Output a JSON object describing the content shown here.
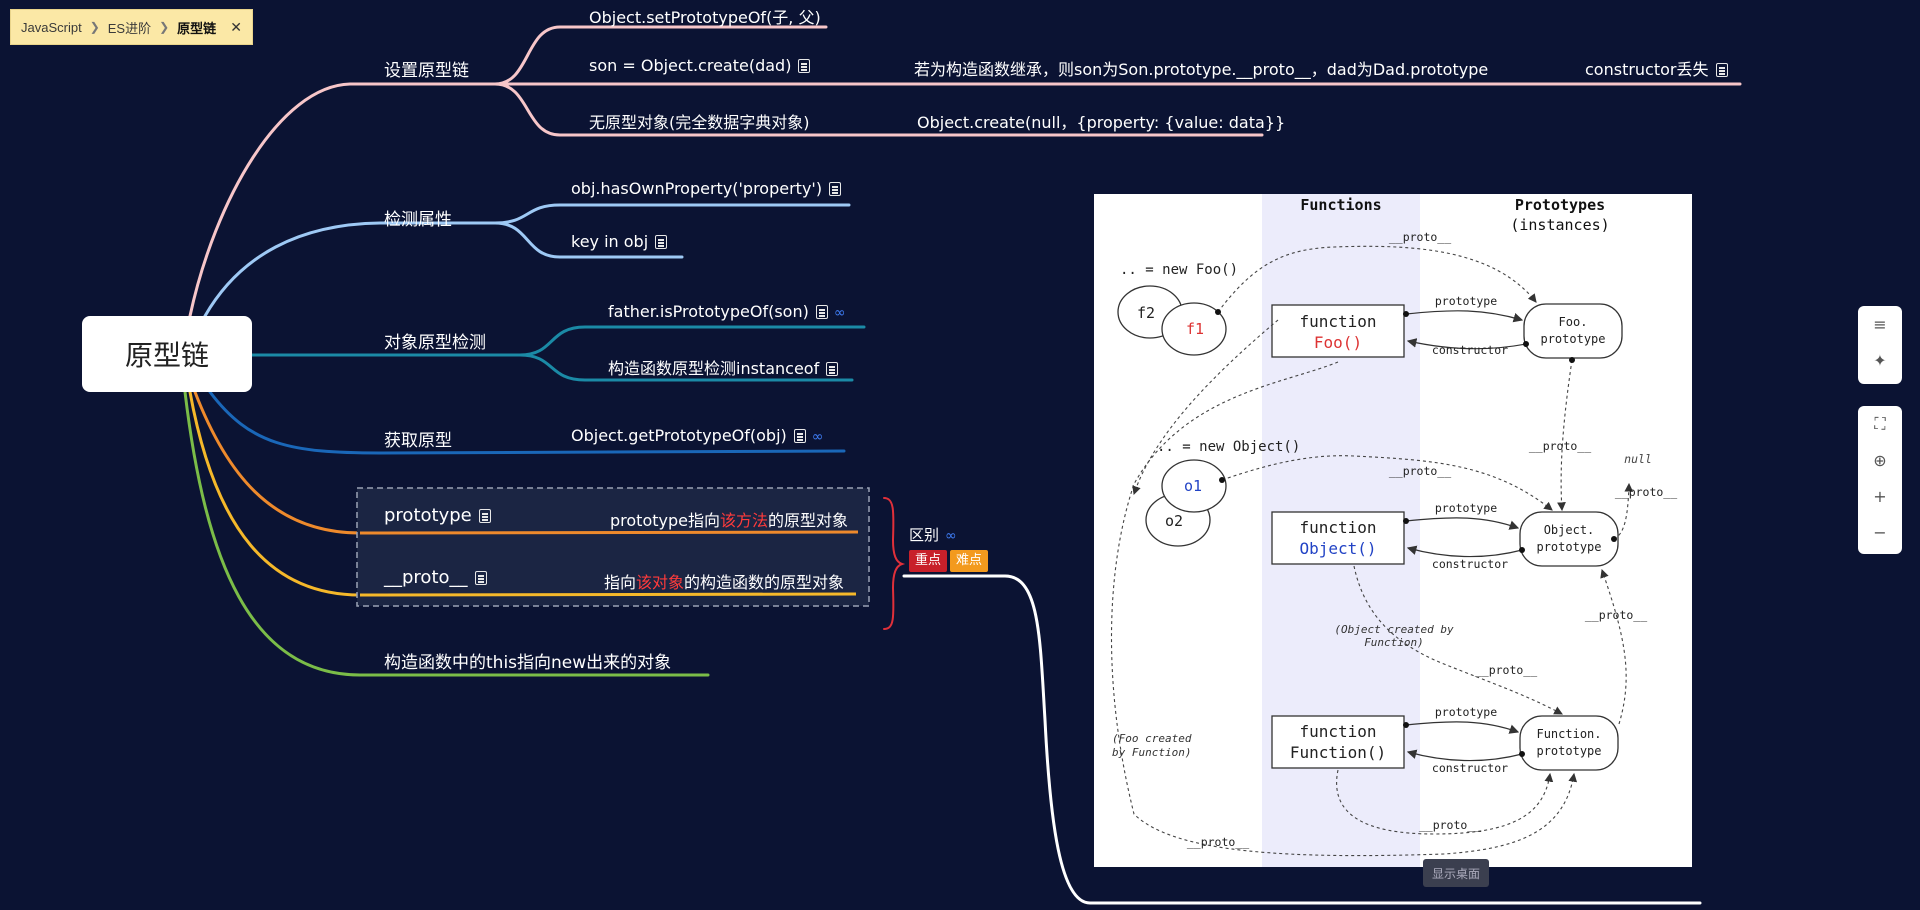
{
  "breadcrumb": {
    "items": [
      "JavaScript",
      "ES进阶"
    ],
    "current": "原型链"
  },
  "root": {
    "title": "原型链"
  },
  "nodes": {
    "set_chain": {
      "label": "设置原型链",
      "children": [
        {
          "label": "Object.setPrototypeOf(子, 父)"
        },
        {
          "label": "son = Object.create(dad)",
          "detail": "若为构造函数继承，则son为Son.prototype.__proto__，dad为Dad.prototype",
          "extra": "constructor丢失"
        },
        {
          "label": "无原型对象(完全数据字典对象)",
          "detail": "Object.create(null，{property: {value: data}}"
        }
      ]
    },
    "detect": {
      "label": "检测属性",
      "children": [
        {
          "label": "obj.hasOwnProperty('property')"
        },
        {
          "label": "key in obj"
        }
      ]
    },
    "proto_detect": {
      "label": "对象原型检测",
      "children": [
        {
          "label": "father.isPrototypeOf(son)"
        },
        {
          "label": "构造函数原型检测instanceof"
        }
      ]
    },
    "get_proto": {
      "label": "获取原型",
      "child": "Object.getPrototypeOf(obj)"
    },
    "prototype": {
      "label": "prototype",
      "desc_a": "prototype指向",
      "desc_red": "该方法",
      "desc_b": "的原型对象"
    },
    "proto": {
      "label": "__proto__",
      "desc_a": "指向",
      "desc_red": "该对象",
      "desc_b": "的构造函数的原型对象"
    },
    "this_node": {
      "label": "构造函数中的this指向new出来的对象"
    },
    "diff": {
      "label": "区别",
      "tag_key": "重点",
      "tag_hard": "难点"
    }
  },
  "diagram": {
    "col_functions": "Functions",
    "col_prototypes": "Prototypes",
    "col_instances": "(instances)",
    "new_foo": ".. = new Foo()",
    "new_object": ".. = new Object()",
    "f1": "f1",
    "f2": "f2",
    "o1": "o1",
    "o2": "o2",
    "fn_kw": "function",
    "foo": "Foo()",
    "object": "Object()",
    "function_fn": "Function()",
    "foo_proto_a": "Foo.",
    "obj_proto_a": "Object.",
    "fn_proto_a": "Function.",
    "proto_b": "prototype",
    "lbl_prototype": "prototype",
    "lbl_constructor": "constructor",
    "lbl_proto": "__proto__",
    "null": "null",
    "obj_created_a": "(Object created by",
    "obj_created_b": "Function)",
    "foo_created_a": "(Foo created",
    "foo_created_b": "by Function)"
  },
  "tooltip": "显示桌面",
  "colors": {
    "background": "#0b1333",
    "pink": "#f7c6c9",
    "lightblue": "#9ec9f5",
    "teal": "#1b8aa6",
    "blue": "#1a67b8",
    "orange": "#ee8a2c",
    "yellow": "#f5b82a",
    "green": "#7bbd48",
    "red_tag": "#c8202a",
    "orange_tag": "#f39a1e"
  },
  "icons": [
    "note-icon",
    "link-icon",
    "close-icon",
    "chevron-right-icon",
    "fit-screen-icon",
    "locate-icon",
    "zoom-in-icon",
    "zoom-out-icon"
  ]
}
